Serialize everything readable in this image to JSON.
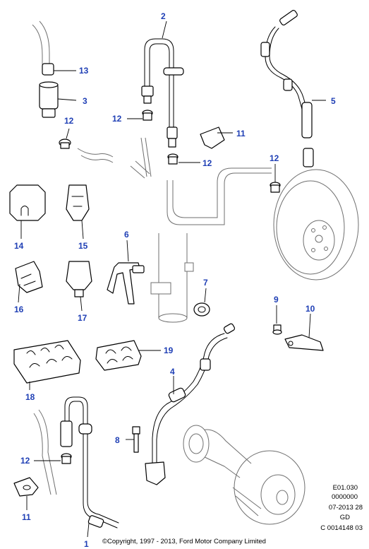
{
  "callouts": {
    "c1": "1",
    "c2": "2",
    "c3": "3",
    "c4": "4",
    "c5": "5",
    "c6": "6",
    "c7": "7",
    "c8": "8",
    "c9": "9",
    "c10": "10",
    "c11a": "11",
    "c11b": "11",
    "c12a": "12",
    "c12b": "12",
    "c12c": "12",
    "c12d": "12",
    "c12e": "12",
    "c13": "13",
    "c14": "14",
    "c15": "15",
    "c16": "16",
    "c17": "17",
    "c18": "18",
    "c19": "19"
  },
  "reference_block": {
    "line1": "E01.030",
    "line2": "0000000",
    "line3": "07-2013 28",
    "line4": "GD",
    "line5": "C 0014148 03"
  },
  "copyright": "©Copyright, 1997 - 2013, Ford Motor Company Limited",
  "colors": {
    "callout": "#1f3fb5",
    "line": "#000000",
    "ghost": "#6f6f6f"
  }
}
